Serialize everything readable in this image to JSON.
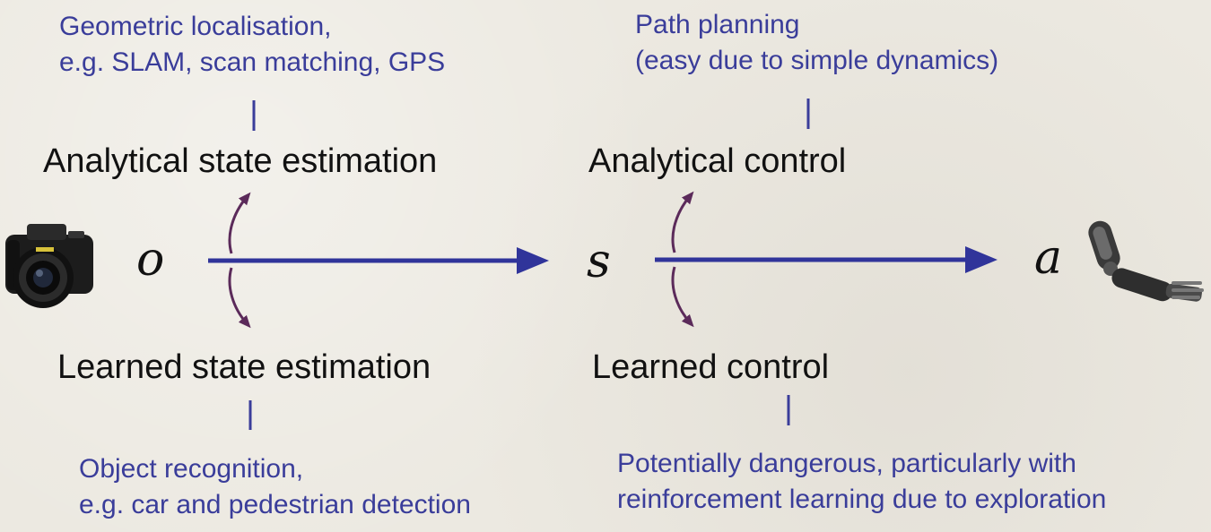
{
  "notes": {
    "top_left": [
      "Geometric localisation,",
      "e.g. SLAM, scan matching, GPS"
    ],
    "top_right": [
      "Path planning",
      "(easy due to simple dynamics)"
    ],
    "bottom_left": [
      "Object recognition,",
      "e.g. car and pedestrian detection"
    ],
    "bottom_right": [
      "Potentially dangerous, particularly with",
      "reinforcement learning due to exploration"
    ]
  },
  "headings": {
    "analytical_state": "Analytical state estimation",
    "learned_state": "Learned state estimation",
    "analytical_control": "Analytical control",
    "learned_control": "Learned control"
  },
  "symbols": {
    "observation": "o",
    "state": "s",
    "action": "a"
  },
  "icons": {
    "left": "camera-icon",
    "right": "robotic-arm-icon"
  },
  "colors": {
    "note_text": "#3a3d9a",
    "arrow": "#30349a",
    "curve": "#5b2a5a",
    "heading_text": "#111111"
  }
}
